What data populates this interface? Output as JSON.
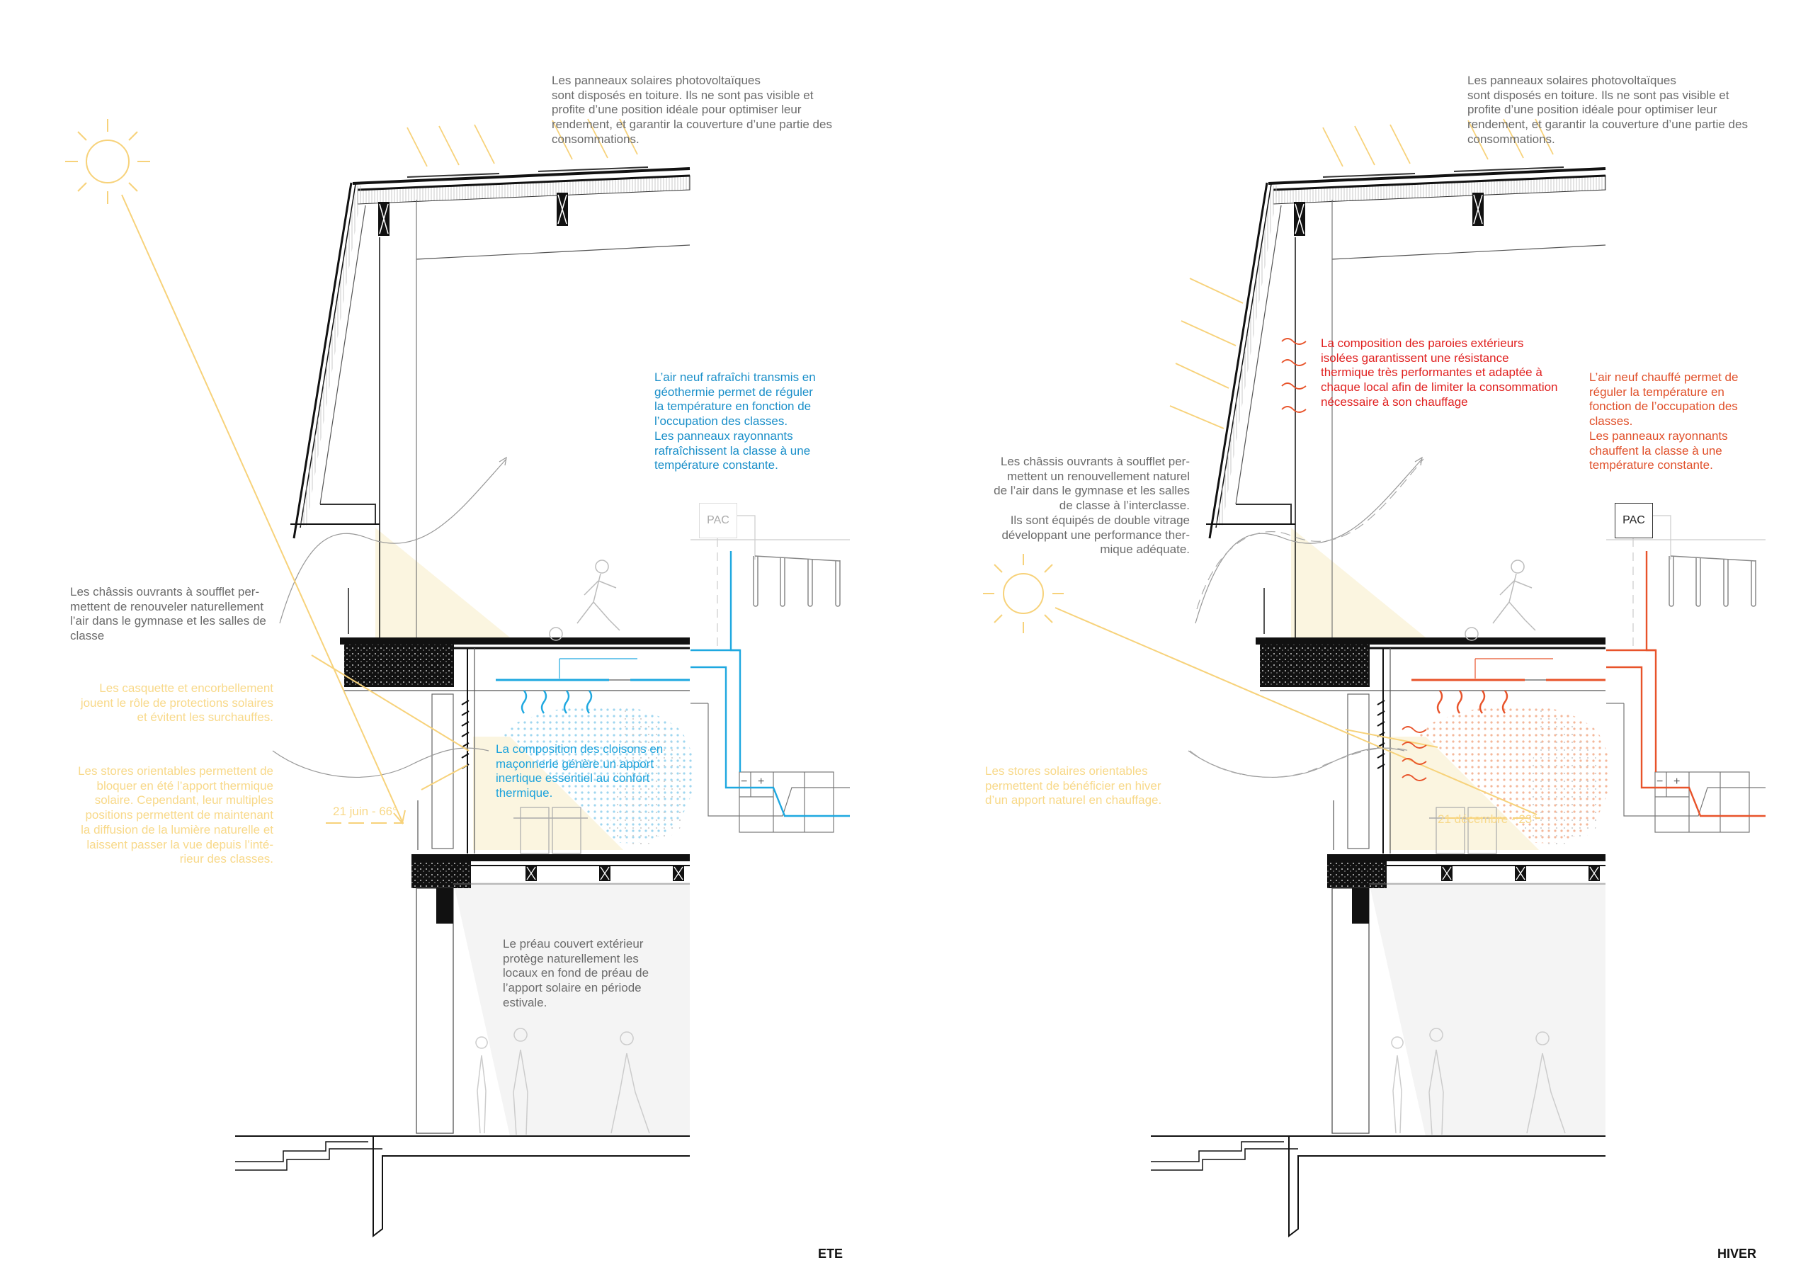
{
  "panels": [
    {
      "title": "ETE",
      "texts": {
        "solar_panels": "Les panneaux solaires photovoltaïques\nsont disposés en toiture. Ils ne sont pas visible et\nprofite d’une position idéale pour optimiser leur\nrendement, et garantir la couverture d’une partie des\nconsommations.",
        "fresh_air": "L’air neuf rafraîchi transmis en\ngéothermie permet de réguler\nla température en fonction de\nl’occupation des classes.\nLes panneaux rayonnants\nrafraîchissent la classe à une\ntempérature constante.",
        "windows": "Les châssis ouvrants à soufflet per-\nmettent de renouveler naturellement\nl’air dans le gymnase et les salles de\nclasse",
        "overhang": "Les casquette et encorbellement\njouent le rôle de protections solaires\net évitent les surchauffes.",
        "blinds": "Les stores orientables permettent de\nbloquer en été l’apport thermique\nsolaire. Cependant, leur multiples\npositions permettent de maintenant\nla diffusion de la lumière naturelle et\nlaissent passer la vue depuis l’inté-\nrieur des classes.",
        "partitions": "La composition des cloisons en\nmaçonnerie génère un apport\ninertique essentiel au confort\nthermique.",
        "covered_yard": "Le préau couvert extérieur\nprotège naturellement les\nlocaux en fond de préau de\nl’apport solaire en période\nestivale.",
        "sun_angle": "21 juin - 66°",
        "pac": "PAC"
      },
      "colors": {
        "hvac": "#1ea8e0",
        "sun": "#f7d27a"
      }
    },
    {
      "title": "HIVER",
      "texts": {
        "solar_panels": "Les panneaux solaires photovoltaïques\nsont disposés en toiture. Ils ne sont pas visible et\nprofite d’une position idéale pour optimiser leur\nrendement, et garantir la couverture d’une partie des\nconsommations.",
        "walls": "La composition des paroies extérieurs\nisolées garantissent une résistance\nthermique très performantes et adaptée à\nchaque local afin de limiter la consommation\nnécessaire à son chauffage",
        "heated_air": "L’air neuf chauffé permet de\nréguler la température en\nfonction de l’occupation des\nclasses.\nLes panneaux rayonnants\nchauffent la classe à une\ntempérature constante.",
        "windows": "Les châssis ouvrants à soufflet per-\nmettent un renouvellement naturel\nde l’air dans le gymnase et les salles\nde classe à l’interclasse.\nIls sont équipés de double vitrage\ndéveloppant une performance ther-\nmique adéquate.",
        "blinds": "Les stores solaires orientables\npermettent de bénéficier en hiver\nd’un apport naturel en chauffage.",
        "sun_angle": "21 décembre - 23°",
        "pac": "PAC"
      },
      "colors": {
        "hvac": "#e8532a",
        "walls_text": "#e0201f",
        "sun": "#f7d27a"
      }
    }
  ]
}
